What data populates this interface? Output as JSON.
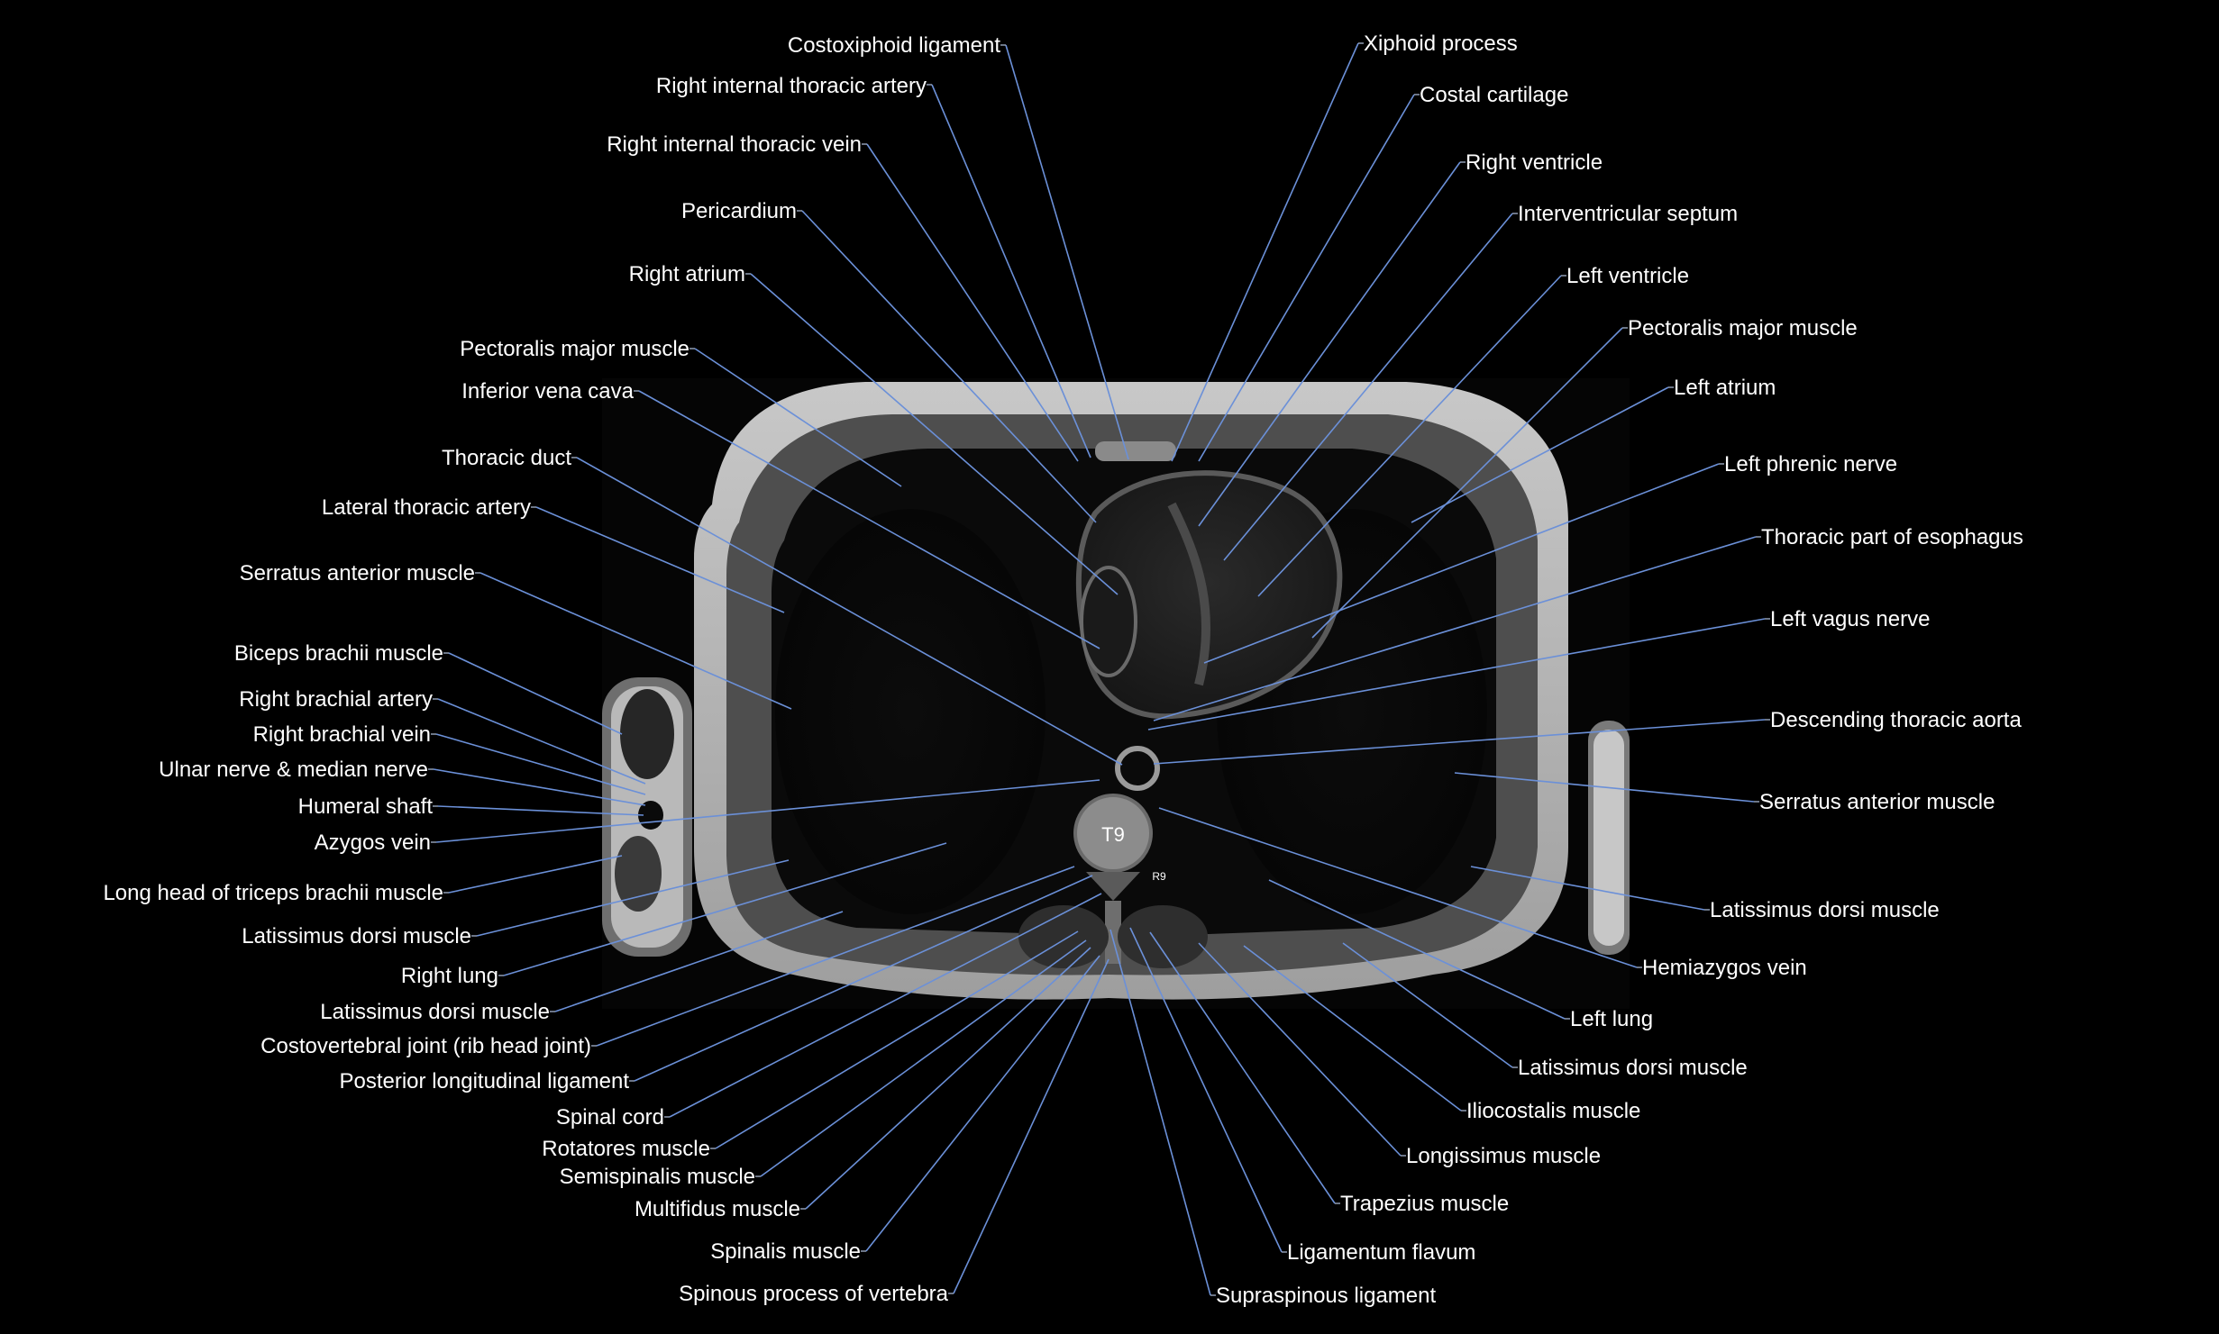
{
  "figure": {
    "background_color": "#000000",
    "leader_line_color": "#6b90d8",
    "label_color": "#ffffff",
    "vertebra_label": "T9",
    "rib_label": "R9"
  },
  "left_labels": [
    "Costoxiphoid ligament",
    "Right internal thoracic artery",
    "Right internal thoracic vein",
    "Pericardium",
    "Right atrium",
    "Pectoralis major muscle",
    "Inferior vena cava",
    "Thoracic duct",
    "Lateral thoracic artery",
    "Serratus anterior muscle",
    "Biceps brachii muscle",
    "Right brachial artery",
    "Right brachial vein",
    "Ulnar nerve & median nerve",
    "Humeral shaft",
    "Azygos vein",
    "Long head of triceps brachii muscle",
    "Latissimus dorsi muscle",
    "Right lung",
    "Latissimus dorsi muscle",
    "Costovertebral joint (rib head joint)",
    "Posterior longitudinal ligament",
    "Spinal cord",
    "Rotatores muscle",
    "Semispinalis muscle",
    "Multifidus muscle",
    "Spinalis muscle",
    "Spinous process of vertebra"
  ],
  "right_labels": [
    "Xiphoid process",
    "Costal cartilage",
    "Right ventricle",
    "Interventricular septum",
    "Left ventricle",
    "Pectoralis major muscle",
    "Left atrium",
    "Left phrenic nerve",
    "Thoracic part of esophagus",
    "Left vagus nerve",
    "Descending thoracic aorta",
    "Serratus anterior muscle",
    "Latissimus dorsi muscle",
    "Hemiazygos vein",
    "Left lung",
    "Latissimus dorsi muscle",
    "Iliocostalis muscle",
    "Longissimus muscle",
    "Trapezius muscle",
    "Ligamentum flavum",
    "Supraspinous ligament"
  ]
}
